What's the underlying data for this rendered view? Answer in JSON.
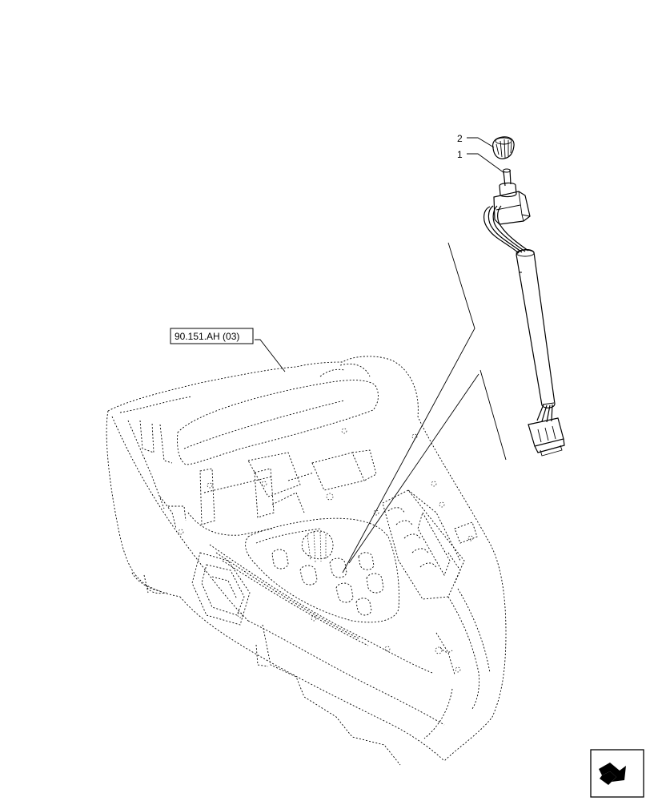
{
  "callouts": {
    "item_1": "1",
    "item_2": "2"
  },
  "reference": {
    "label": "90.151.AH (03)"
  },
  "navigation": {
    "icon": "next-page-arrow-icon"
  },
  "colors": {
    "line": "#000000",
    "background": "#ffffff"
  }
}
